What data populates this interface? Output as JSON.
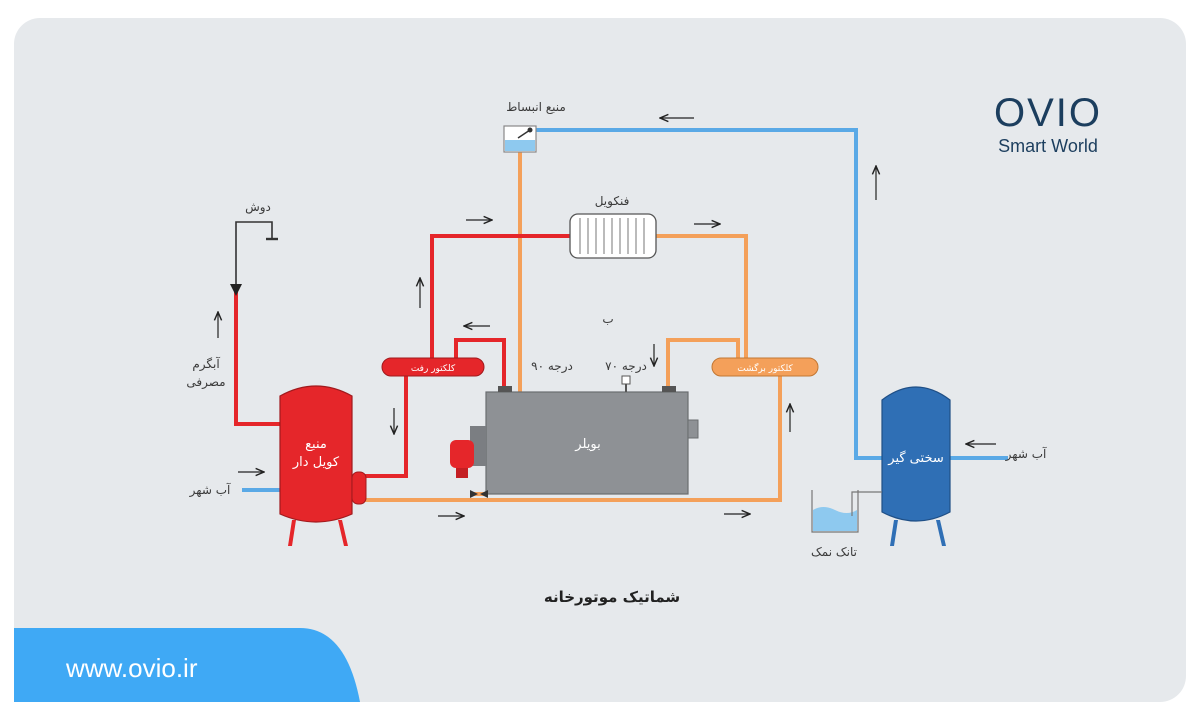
{
  "brand": {
    "logo_text": "OVIO",
    "tagline": "Smart World",
    "website": "www.ovio.ir"
  },
  "diagram": {
    "caption": "شماتیک موتورخانه",
    "labels": {
      "expansion_tank": "منبع انبساط",
      "fancoil": "فنکویل",
      "shower": "دوش",
      "hot_water_line1": "آبگرم",
      "hot_water_line2": "مصرفی",
      "coil_tank_line1": "منبع",
      "coil_tank_line2": "کویل دار",
      "city_water_left": "آب شهر",
      "supply_collector": "کلکتور رفت",
      "return_collector": "کلکتور برگشت",
      "temp_supply": "۹۰ درجه",
      "temp_return": "۷۰ درجه",
      "boiler": "بویلر",
      "softener": "سختی گیر",
      "city_water_right": "آب شهر",
      "salt_tank": "تانک نمک",
      "stray_mark": "ب"
    }
  },
  "colors": {
    "hot_pipe": "#e5262a",
    "return_pipe": "#f4a05a",
    "cold_pipe": "#5aa9e6",
    "softener_tank": "#2f6fb5",
    "coil_tank": "#e5262a",
    "boiler_body": "#8e9195",
    "brand_navy": "#1c3e5e",
    "web_banner": "#3fa9f5"
  }
}
